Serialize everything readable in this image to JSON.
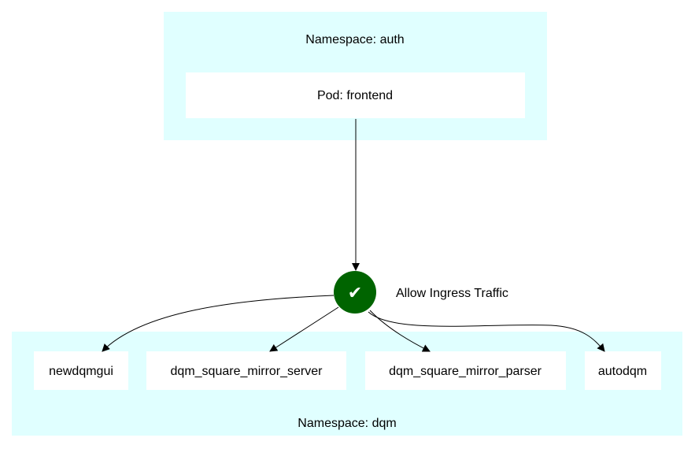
{
  "colors": {
    "namespace_fill": "#e0ffff",
    "node_fill": "#ffffff",
    "policy_fill": "#006400",
    "edge": "#000000"
  },
  "source_namespace": {
    "label": "Namespace: auth",
    "pods": [
      {
        "label": "Pod: frontend"
      }
    ]
  },
  "policy": {
    "icon": "checkmark-icon",
    "glyph": "✔",
    "label": "Allow Ingress Traffic"
  },
  "target_namespace": {
    "label": "Namespace: dqm",
    "pods": [
      {
        "label": "newdqmgui"
      },
      {
        "label": "dqm_square_mirror_server"
      },
      {
        "label": "dqm_square_mirror_parser"
      },
      {
        "label": "autodqm"
      }
    ]
  }
}
